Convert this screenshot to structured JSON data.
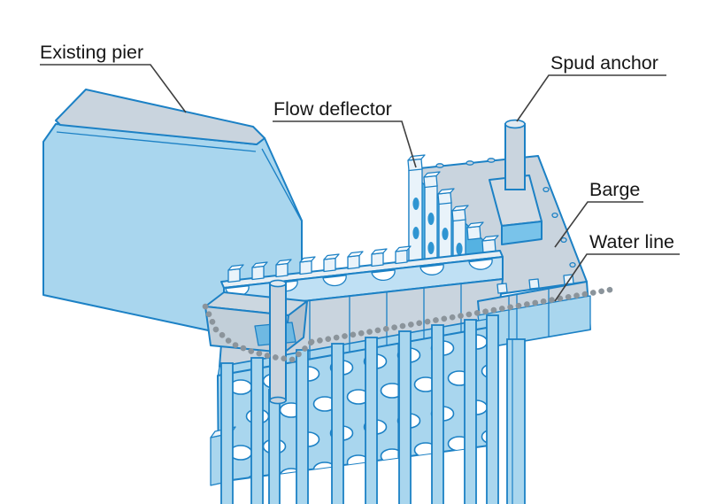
{
  "figure": {
    "labels": {
      "existing_pier": "Existing pier",
      "flow_deflector": "Flow deflector",
      "spud_anchor": "Spud anchor",
      "barge": "Barge",
      "water_line": "Water line"
    },
    "colors": {
      "outline_blue": "#1c81c5",
      "fill_light_blue": "#a9d6ee",
      "fill_pale_blue": "#e9f3fa",
      "fill_gray_blue": "#c9d4de",
      "fill_medium_blue": "#55b2e2",
      "water_dot_gray": "#8b949b",
      "leader_line": "#3f3f3f",
      "label_text": "#161616",
      "background": "#ffffff"
    }
  }
}
